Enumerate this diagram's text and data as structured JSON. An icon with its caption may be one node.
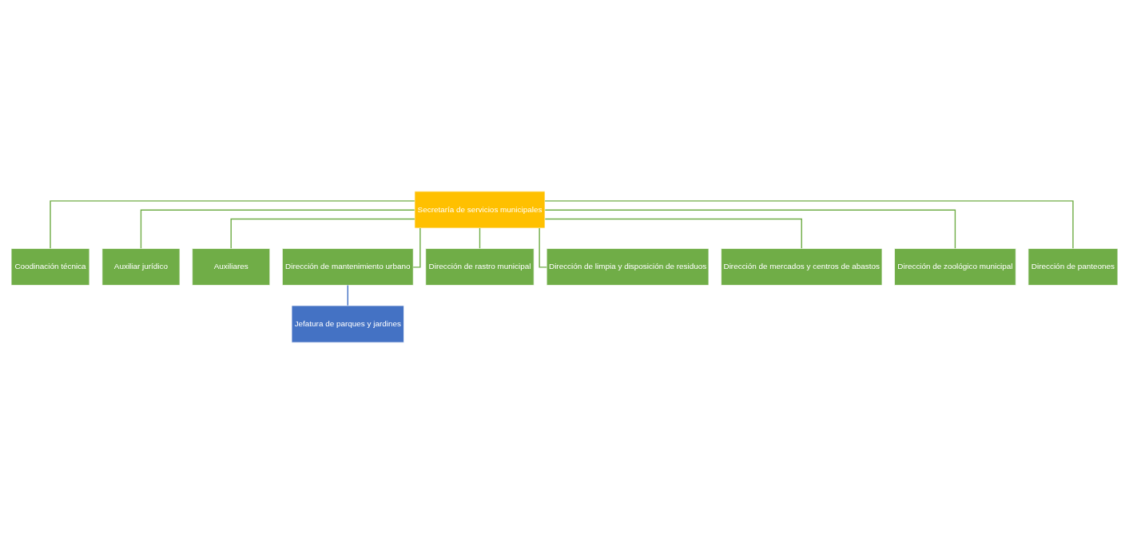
{
  "diagram": {
    "nodes": [
      {
        "text": [
          "Secretaría de servicios municipales"
        ]
      },
      {
        "text": [
          "Coodinación técnica"
        ]
      },
      {
        "text": [
          "Auxiliar jurídico"
        ]
      },
      {
        "text": [
          "Auxiliares"
        ]
      },
      {
        "text": [
          "Dirección de mantenimiento urbano"
        ]
      },
      {
        "text": [
          "Dirección de rastro municipal"
        ]
      },
      {
        "text": [
          "Dirección de limpia y disposición de residuos"
        ]
      },
      {
        "text": [
          "Dirección de mercados y centros de abastos"
        ]
      },
      {
        "text": [
          "Dirección de zoológico municipal"
        ]
      },
      {
        "text": [
          "Dirección de panteones"
        ]
      },
      {
        "text": [
          "Jefatura de parques y jardines"
        ]
      }
    ],
    "edges": [
      {
        "from": 0,
        "to": 1,
        "arrow": "none"
      },
      {
        "from": 0,
        "to": 2,
        "arrow": "none"
      },
      {
        "from": 0,
        "to": 3,
        "arrow": "none"
      },
      {
        "from": 0,
        "to": 4,
        "arrow": "none"
      },
      {
        "from": 0,
        "to": 5,
        "arrow": "none"
      },
      {
        "from": 0,
        "to": 6,
        "arrow": "none"
      },
      {
        "from": 0,
        "to": 7,
        "arrow": "none"
      },
      {
        "from": 0,
        "to": 8,
        "arrow": "none"
      },
      {
        "from": 0,
        "to": 9,
        "arrow": "none"
      },
      {
        "from": 4,
        "to": 10,
        "arrow": "none",
        "color": "#4472c4"
      }
    ]
  }
}
